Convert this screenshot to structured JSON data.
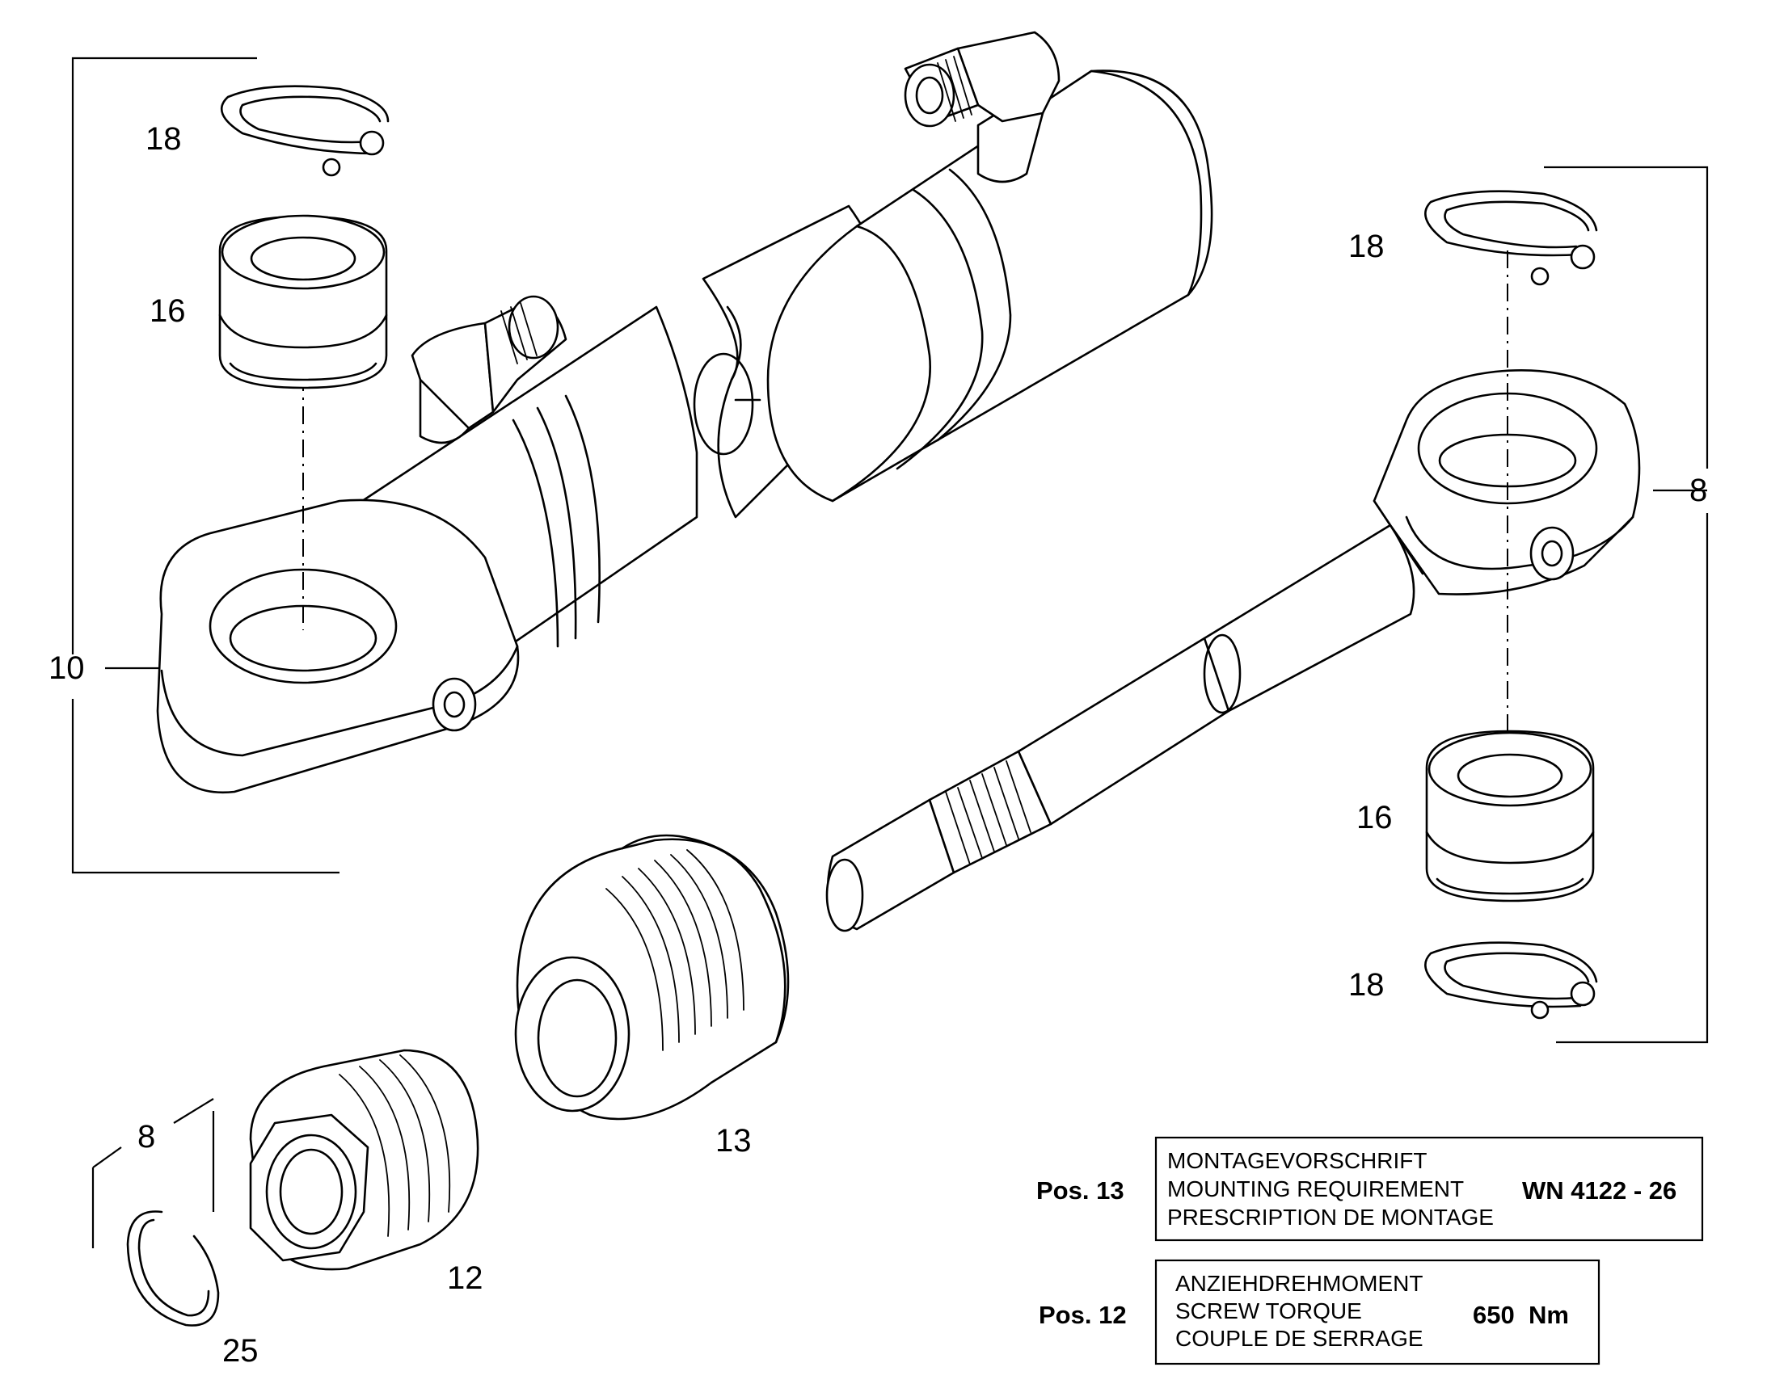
{
  "callouts": {
    "left_ring_top": "18",
    "left_bushing": "16",
    "left_assembly": "10",
    "right_ring_top": "18",
    "right_assembly": "8",
    "right_bushing": "16",
    "right_ring_bottom": "18",
    "gland": "13",
    "nut": "12",
    "clip_group": "8",
    "clip": "25"
  },
  "spec_boxes": [
    {
      "pos": "Pos. 13",
      "lines": [
        "MONTAGEVORSCHRIFT",
        "MOUNTING REQUIREMENT",
        "PRESCRIPTION DE MONTAGE"
      ],
      "value": "WN 4122 - 26"
    },
    {
      "pos": "Pos. 12",
      "lines": [
        "ANZIEHDREHMOMENT",
        "SCREW TORQUE",
        "COUPLE DE SERRAGE"
      ],
      "value": "650  Nm"
    }
  ]
}
